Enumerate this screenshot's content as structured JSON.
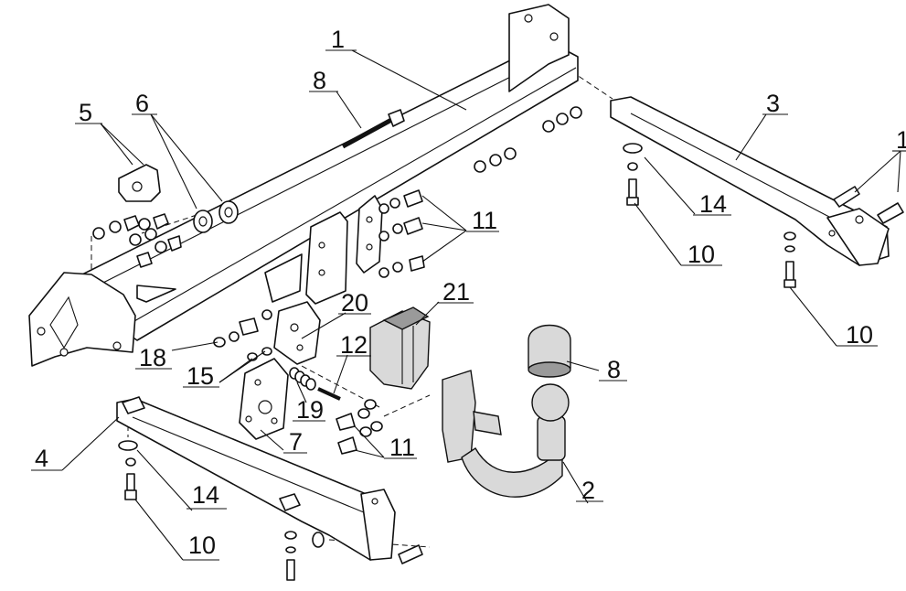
{
  "callouts": {
    "c1": "1",
    "c8a": "8",
    "c5": "5",
    "c6": "6",
    "c3": "3",
    "c1r": "1",
    "c14a": "14",
    "c11a": "11",
    "c10a": "10",
    "c10b": "10",
    "c21": "21",
    "c20": "20",
    "c18": "18",
    "c12": "12",
    "c15": "15",
    "c8b": "8",
    "c19": "19",
    "c11b": "11",
    "c7": "7",
    "c4": "4",
    "c2": "2",
    "c14b": "14",
    "c10c": "10"
  },
  "colors": {
    "ink": "#111111",
    "paper": "#ffffff",
    "shade": "#d9d9d9"
  }
}
